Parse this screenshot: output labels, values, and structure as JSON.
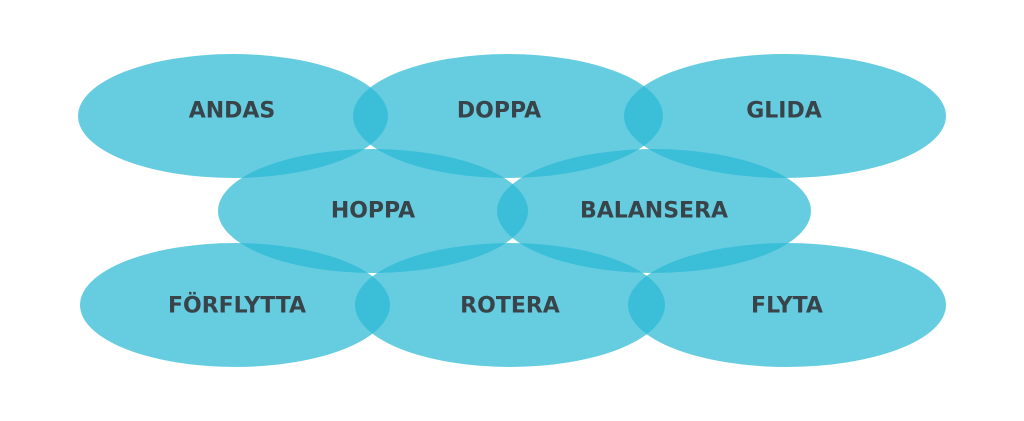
{
  "colors": {
    "ellipse_fill": "#2bbad5",
    "label_text": "#38444a",
    "background": "#ffffff"
  },
  "labels": {
    "andas": "ANDAS",
    "doppa": "DOPPA",
    "glida": "GLIDA",
    "hoppa": "HOPPA",
    "balansera": "BALANSERA",
    "forflytta": "FÖRFLYTTA",
    "rotera": "ROTERA",
    "flyta": "FLYTA"
  }
}
